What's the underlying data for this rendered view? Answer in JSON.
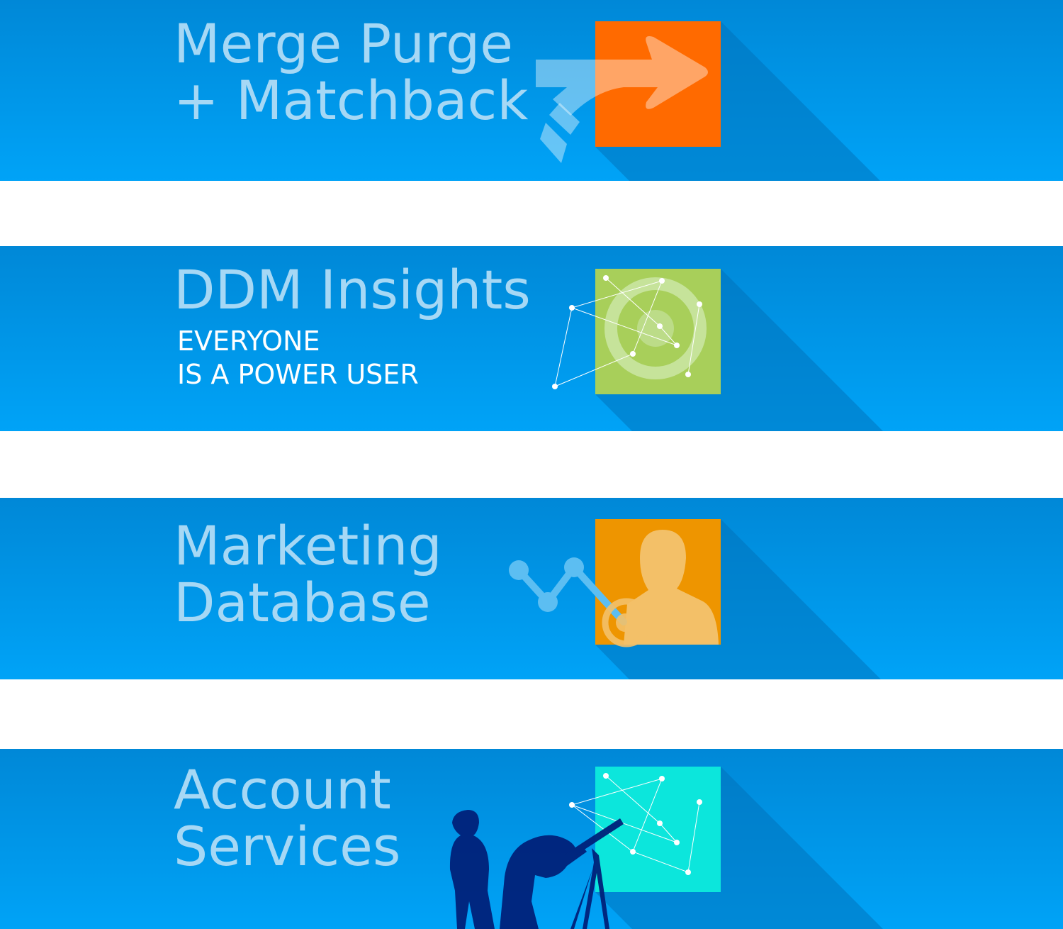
{
  "banners": [
    {
      "title_lines": [
        "Merge Purge",
        "+ Matchback"
      ],
      "icon": "arrow-icon",
      "color": "#ff6a00"
    },
    {
      "title_lines": [
        "DDM Insights"
      ],
      "subtitle_lines": [
        "EVERYONE",
        "IS A POWER USER"
      ],
      "icon": "target-constellation-icon",
      "color": "#a8cf5a"
    },
    {
      "title_lines": [
        "Marketing",
        "Database"
      ],
      "icon": "person-target-icon",
      "color": "#ee9500"
    },
    {
      "title_lines": [
        "Account",
        "Services"
      ],
      "icon": "stargazers-constellation-icon",
      "color": "#0ce6dc"
    }
  ]
}
